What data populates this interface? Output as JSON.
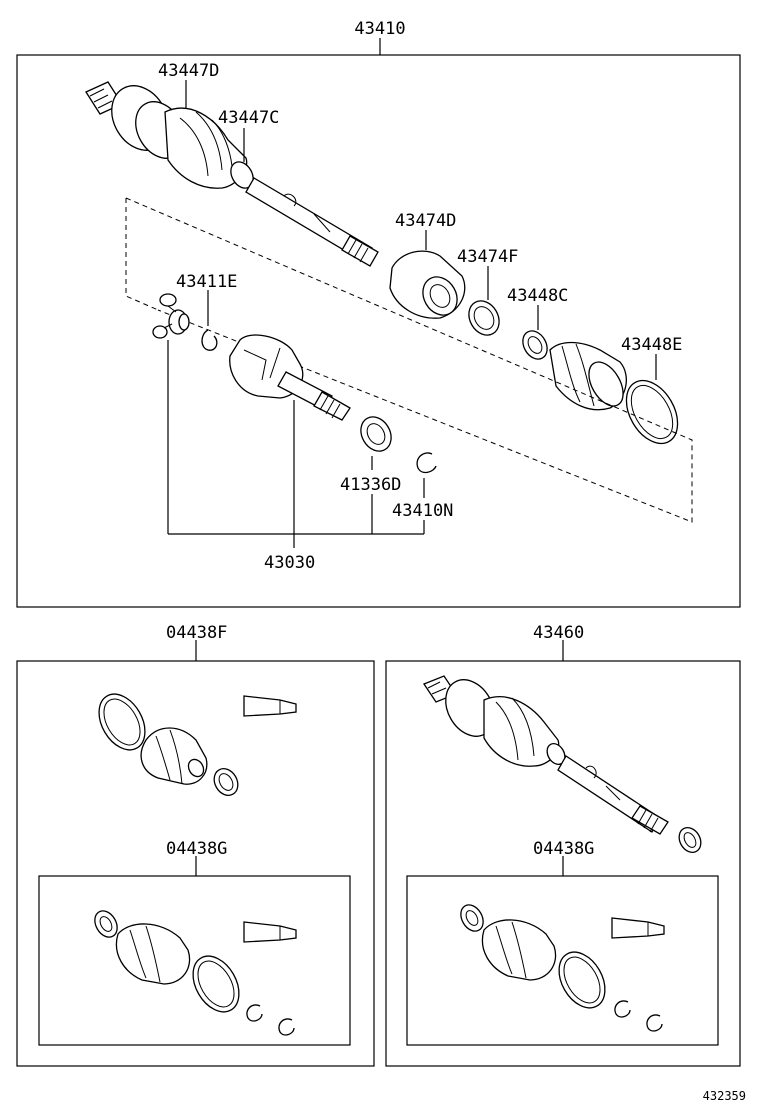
{
  "labels": {
    "main_assembly": "43410",
    "outer_joint": "43447D",
    "outer_clamp": "43447C",
    "damper": "43474D",
    "damper_clamp": "43474F",
    "inner_clamp_small": "43448C",
    "inner_clamp_large": "43448E",
    "tripod": "43411E",
    "seal": "41336D",
    "snap_ring": "43410N",
    "inner_joint": "43030",
    "boot_kit_a": "04438F",
    "boot_kit_b": "04438G",
    "shaft_assy": "43460",
    "boot_kit_c": "04438G"
  },
  "figure_id": "432359"
}
